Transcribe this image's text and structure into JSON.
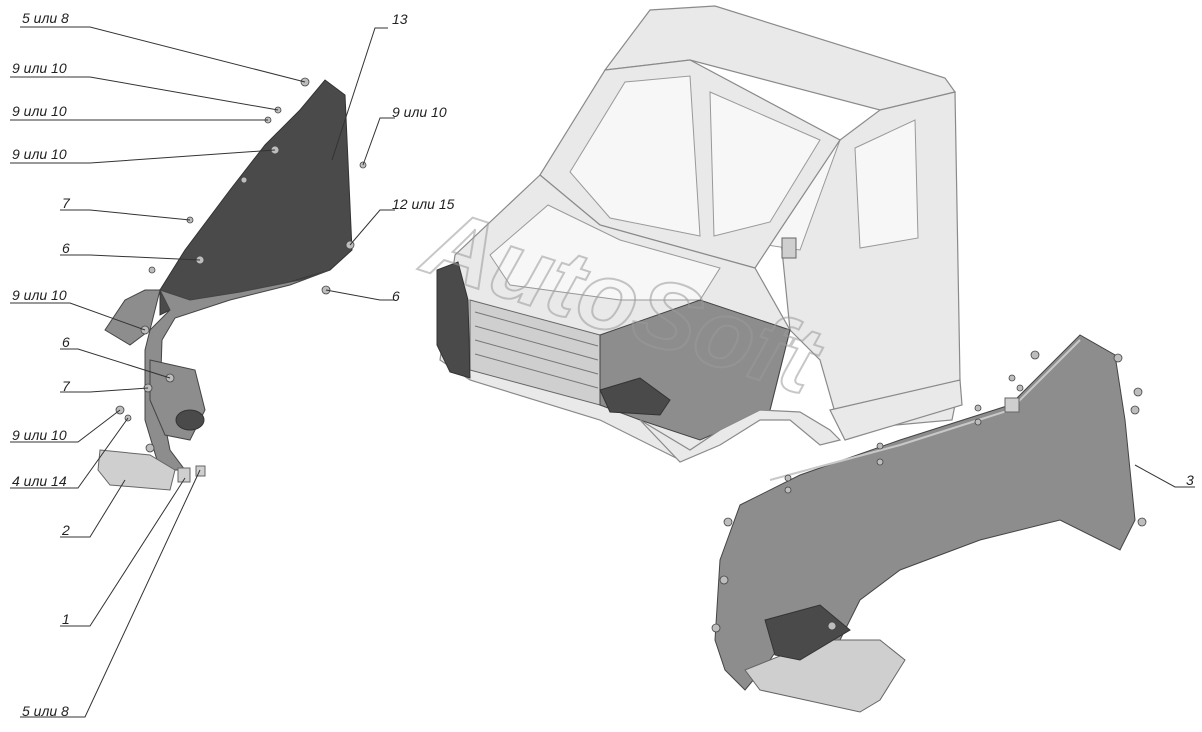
{
  "watermark": "AutoSoft",
  "callouts": {
    "c5a": "5 или 8",
    "c9a": "9 или 10",
    "c9b": "9 или 10",
    "c9c": "9 или 10",
    "c13": "13",
    "c9d": "9 или 10",
    "c7a": "7",
    "c12": "12 или 15",
    "c6a": "6",
    "c6b": "6",
    "c9e": "9 или 10",
    "c6c": "6",
    "c7b": "7",
    "c9f": "9 или 10",
    "c4": "4 или 14",
    "c2": "2",
    "c1": "1",
    "c5b": "5 или 8",
    "c3": "3"
  }
}
